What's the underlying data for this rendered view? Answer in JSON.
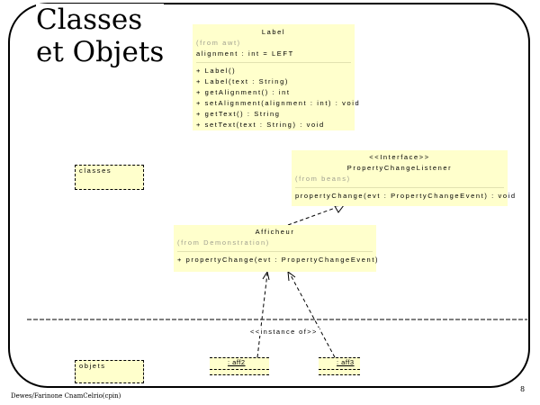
{
  "slide": {
    "title_lines": [
      "Classes",
      "et Objets"
    ],
    "footer": "Dewes/Farinone CnamCelrio(cpin)",
    "page_number": "8"
  },
  "classes": {
    "label": {
      "name": "Label",
      "from": "(from awt)",
      "attributes": [
        "alignment : int = LEFT"
      ],
      "operations": [
        "+ Label()",
        "+ Label(text : String)",
        "+ getAlignment() : int",
        "+ setAlignment(alignment : int) : void",
        "+ getText() : String",
        "+ setText(text : String) : void"
      ]
    },
    "property_change_listener": {
      "stereotype": "<<Interface>>",
      "name": "PropertyChangeListener",
      "from": "(from beans)",
      "operations": [
        "propertyChange(evt : PropertyChangeEvent) : void"
      ]
    },
    "afficheur": {
      "name": "Afficheur",
      "from": "(from Demonstration)",
      "operations": [
        "+ propertyChange(evt : PropertyChangeEvent)"
      ]
    }
  },
  "packages": {
    "classes": "classes",
    "objets": "objets"
  },
  "objects": {
    "a": ": aff2",
    "b": ": aff3"
  },
  "instance_link": "<<instance of>>"
}
